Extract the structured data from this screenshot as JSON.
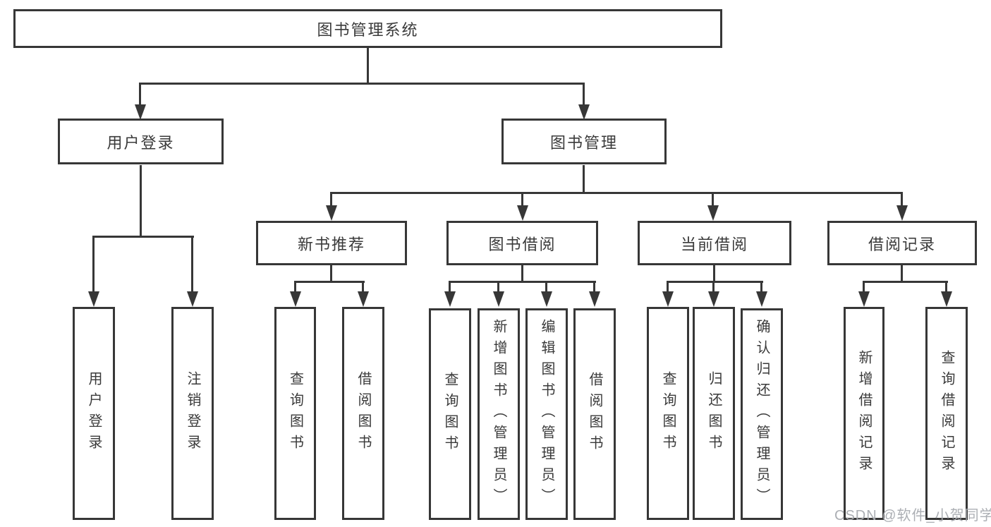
{
  "title": "图书管理系统",
  "watermark": "CSDN @软件_小贺同学",
  "colors": {
    "line": "#373737",
    "text": "#3a3a3a",
    "background": "#ffffff",
    "watermark": "#a8abb0"
  },
  "tree": {
    "root": "图书管理系统",
    "children": [
      {
        "label": "用户登录",
        "children": [
          "用户登录",
          "注销登录"
        ]
      },
      {
        "label": "图书管理",
        "children": [
          {
            "label": "新书推荐",
            "children": [
              "查询图书",
              "借阅图书"
            ]
          },
          {
            "label": "图书借阅",
            "children": [
              "查询图书",
              "新增图书（管理员）",
              "编辑图书（管理员）",
              "借阅图书"
            ]
          },
          {
            "label": "当前借阅",
            "children": [
              "查询图书",
              "归还图书",
              "确认归还（管理员）"
            ]
          },
          {
            "label": "借阅记录",
            "children": [
              "新增借阅记录",
              "查询借阅记录"
            ]
          }
        ]
      }
    ]
  }
}
